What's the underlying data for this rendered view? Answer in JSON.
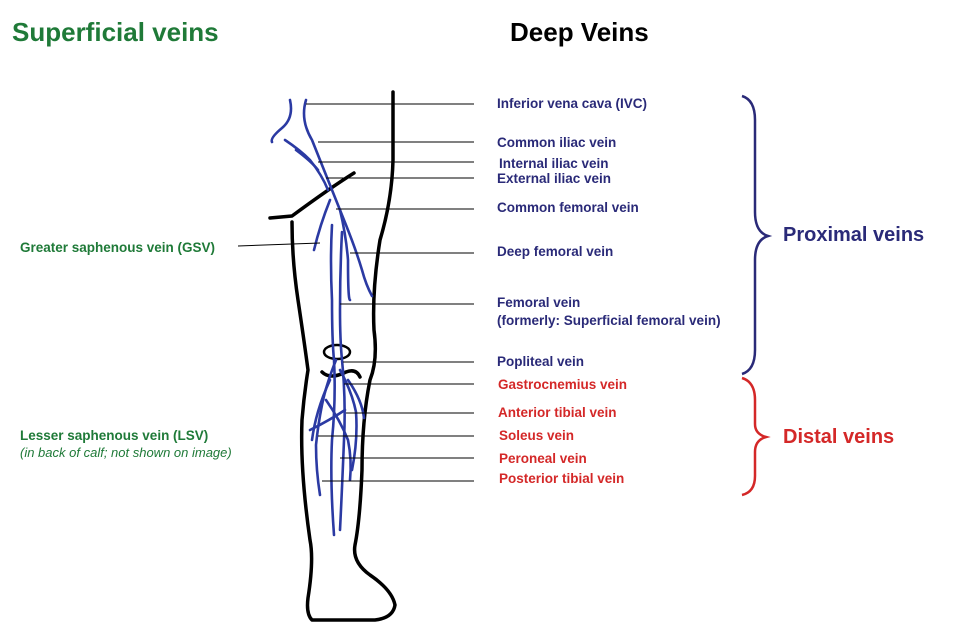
{
  "headings": {
    "superficial": "Superficial veins",
    "deep": "Deep Veins"
  },
  "colors": {
    "green": "#1f7a38",
    "navy": "#2a2a78",
    "red": "#d42828",
    "vein_blue": "#2b3aa3",
    "outline": "#000000"
  },
  "superficial_labels": {
    "gsv": "Greater saphenous vein (GSV)",
    "lsv": "Lesser saphenous vein (LSV)",
    "lsv_note": "(in back of calf; not shown on image)"
  },
  "proximal": [
    "Inferior vena cava (IVC)",
    "Common iliac vein",
    "Internal iliac vein",
    "External iliac vein",
    "Common femoral vein",
    "Deep femoral vein",
    "Femoral vein",
    "(formerly: Superficial femoral vein)",
    "Popliteal vein"
  ],
  "distal": [
    "Gastrocnemius vein",
    "Anterior tibial vein",
    "Soleus vein",
    "Peroneal vein",
    "Posterior tibial vein"
  ],
  "groups": {
    "proximal": "Proximal veins",
    "distal": "Distal veins"
  }
}
